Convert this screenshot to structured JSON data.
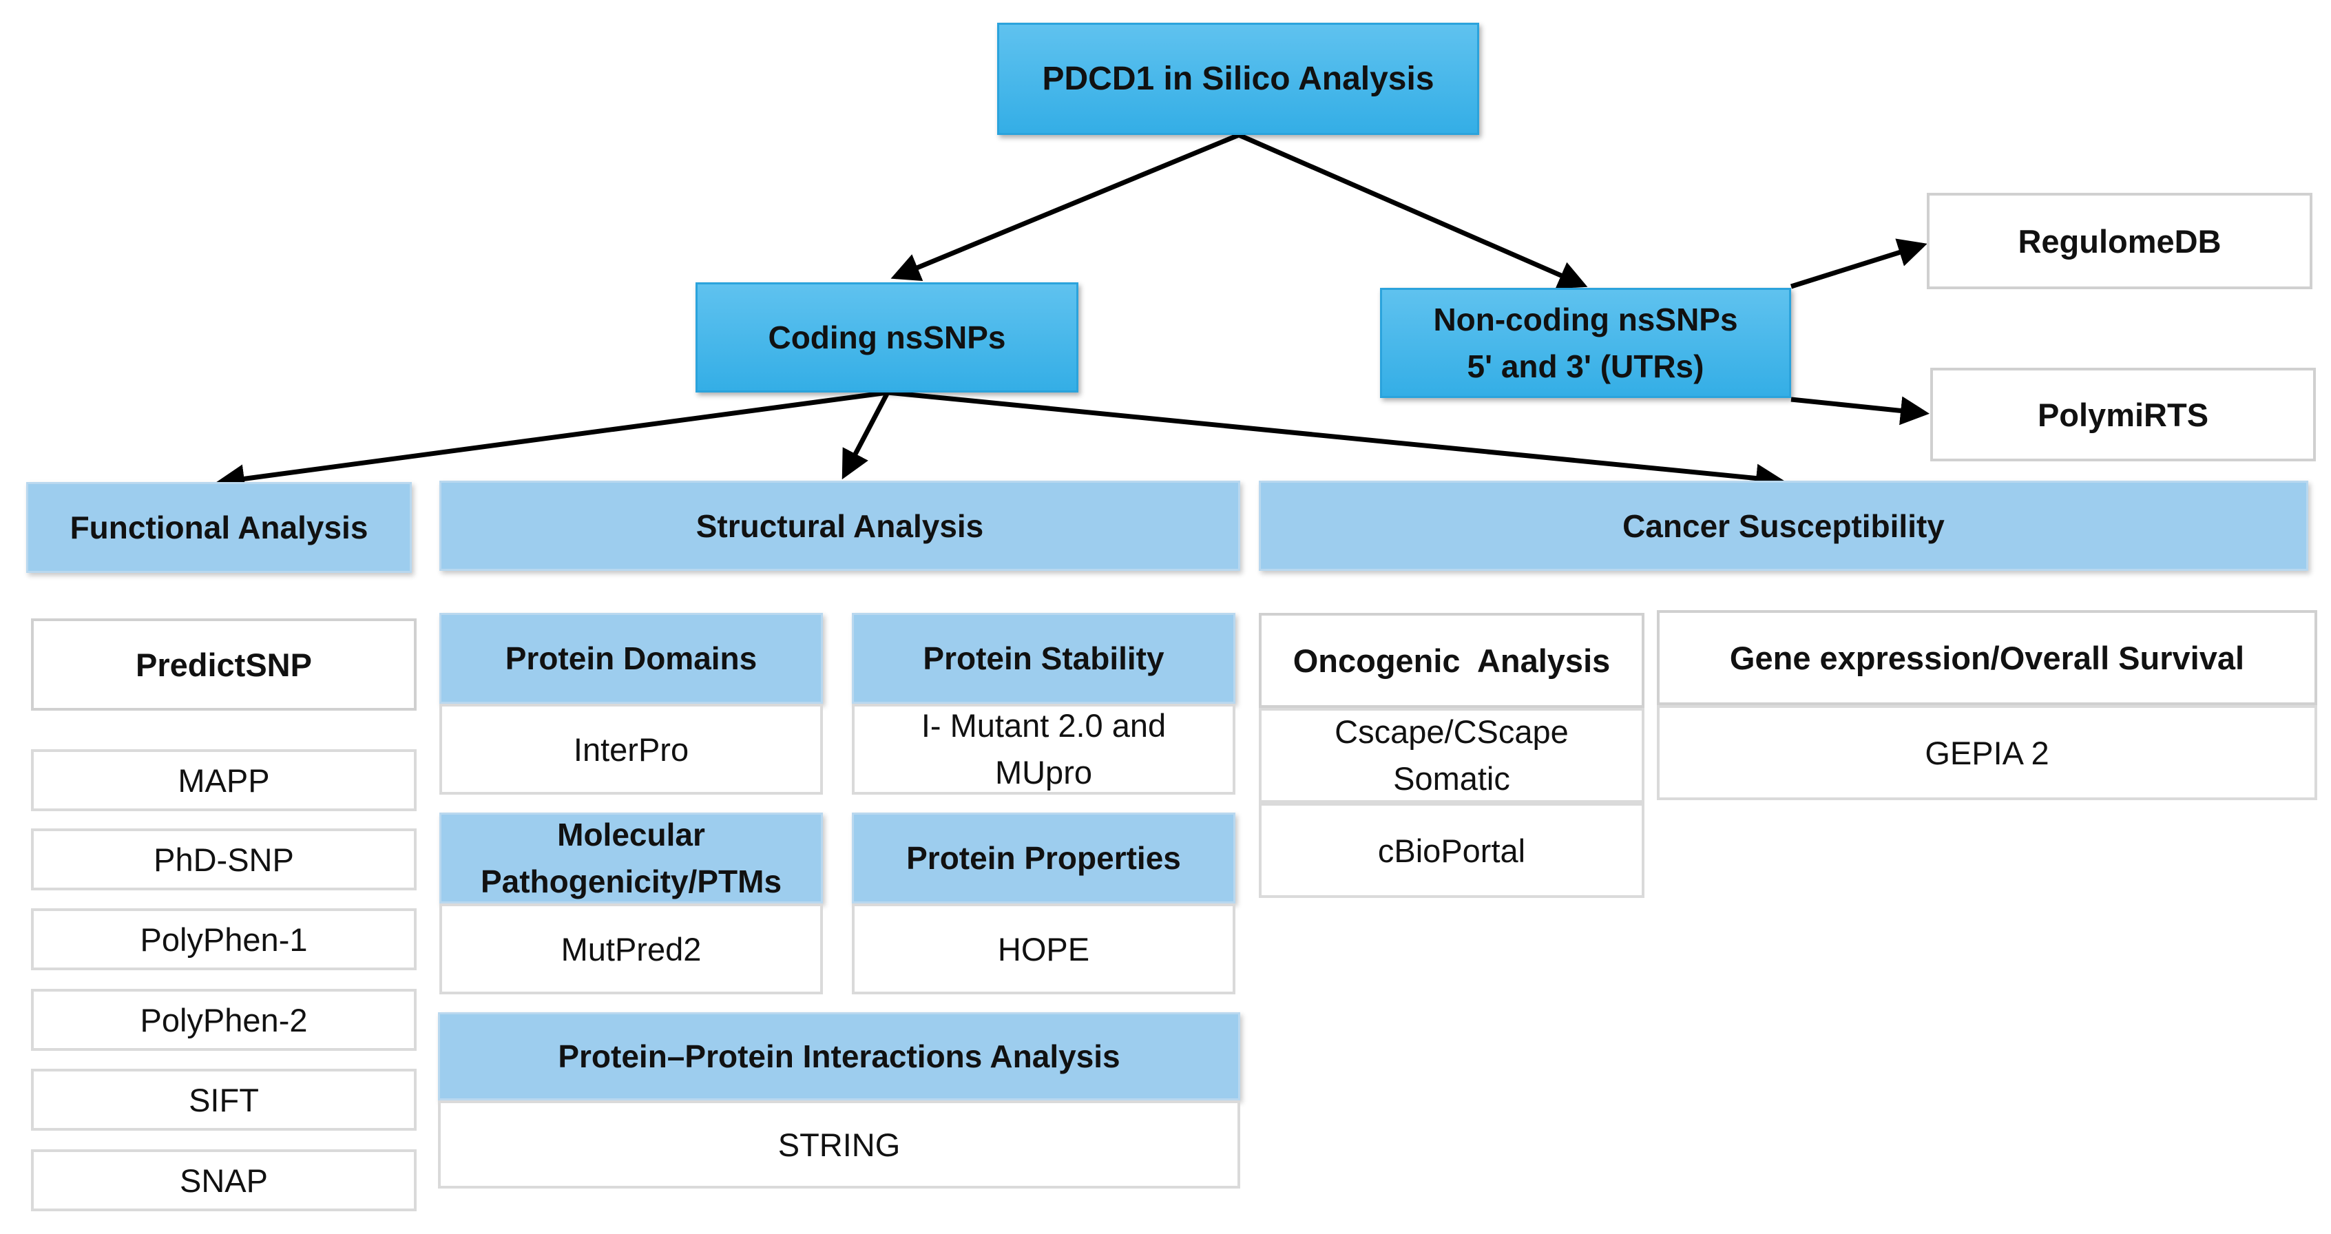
{
  "root": "PDCD1 in Silico Analysis",
  "coding": "Coding nsSNPs",
  "noncoding": "Non-coding nsSNPs\n5' and 3'  (UTRs)",
  "regulomedb": "RegulomeDB",
  "polymirts": "PolymiRTS",
  "functional": {
    "title": "Functional Analysis",
    "predictsnp": "PredictSNP",
    "tools": [
      "MAPP",
      "PhD-SNP",
      "PolyPhen-1",
      "PolyPhen-2",
      "SIFT",
      "SNAP"
    ]
  },
  "structural": {
    "title": "Structural Analysis",
    "domains": {
      "title": "Protein Domains",
      "tool": "InterPro"
    },
    "stability": {
      "title": "Protein Stability",
      "tool": "I- Mutant 2.0 and\nMUpro"
    },
    "pathogenicity": {
      "title": "Molecular\nPathogenicity/PTMs",
      "tool": "MutPred2"
    },
    "properties": {
      "title": "Protein Properties",
      "tool": "HOPE"
    },
    "ppi": {
      "title": "Protein–Protein Interactions Analysis",
      "tool": "STRING"
    }
  },
  "cancer": {
    "title": "Cancer Susceptibility",
    "oncogenic": {
      "title": "Oncogenic  Analysis",
      "tools": [
        "Cscape/CScape\nSomatic",
        "cBioPortal"
      ]
    },
    "expression": {
      "title": "Gene expression/Overall Survival",
      "tool": "GEPIA 2"
    }
  },
  "colors": {
    "root_fill": "#3eb4e9",
    "category_fill": "#9dcdee",
    "arrow": "#000000",
    "tool_border": "#dadada"
  }
}
